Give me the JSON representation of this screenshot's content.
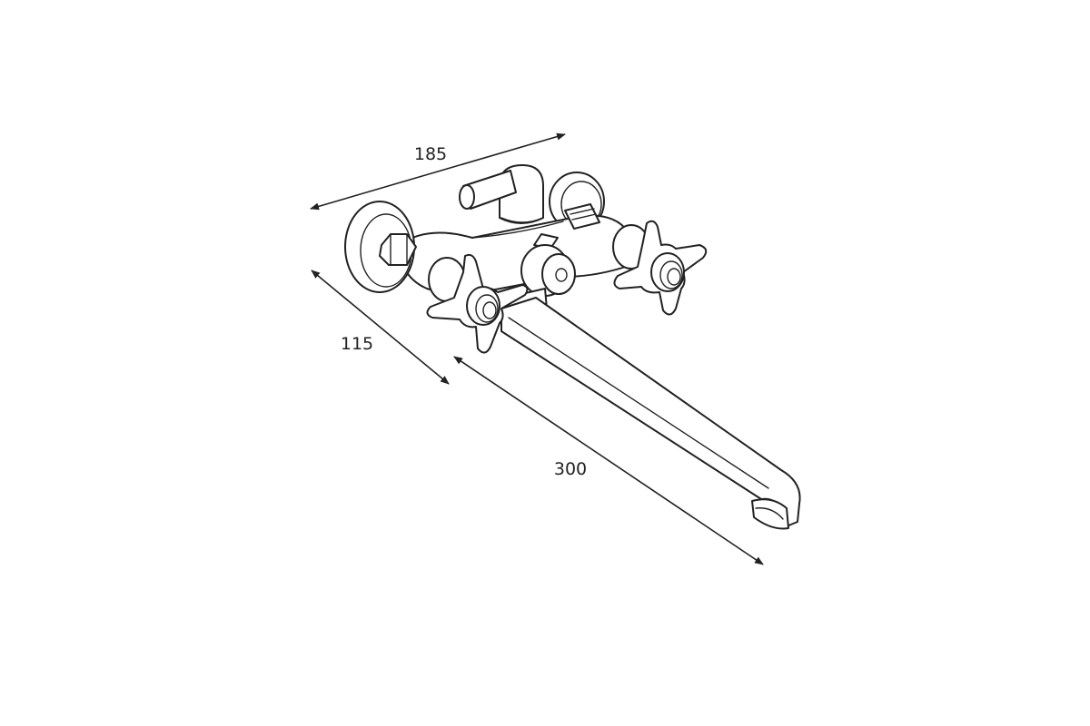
{
  "dimensions": {
    "width": "185",
    "depth": "115",
    "spout_length": "300"
  },
  "colors": {
    "line": "#222222",
    "background": "#ffffff"
  }
}
